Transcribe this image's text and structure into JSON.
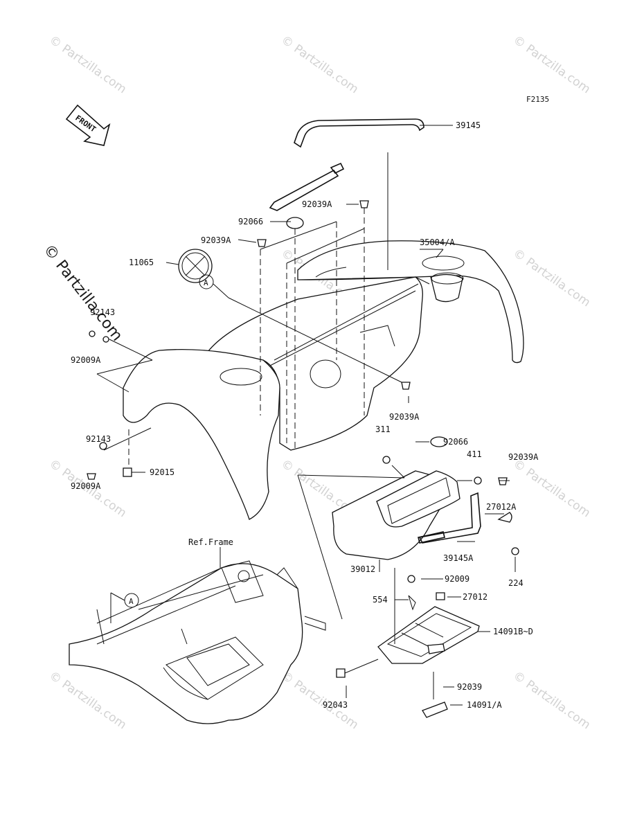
{
  "diagram_code": "F2135",
  "front_label": "FRONT",
  "ref_frame_label": "Ref.Frame",
  "callout_marker": "A",
  "watermark_text": "© Partzilla.com",
  "parts": {
    "p39145": "39145",
    "p92039A_top": "92039A",
    "p92066_top": "92066",
    "p35004A": "35004/A",
    "p92039A_left": "92039A",
    "p11065": "11065",
    "p92143_a": "92143",
    "p92009A_a": "92009A",
    "p92039A_mid": "92039A",
    "p92143_b": "92143",
    "p92009A_b": "92009A",
    "p92015": "92015",
    "p311": "311",
    "p92066_box": "92066",
    "p411": "411",
    "p92039A_box": "92039A",
    "p27012A": "27012A",
    "p39145A": "39145A",
    "p224": "224",
    "p39012": "39012",
    "p92009": "92009",
    "p554": "554",
    "p27012": "27012",
    "p14091BD": "14091B~D",
    "p92039": "92039",
    "p92043": "92043",
    "p14091A": "14091/A"
  }
}
